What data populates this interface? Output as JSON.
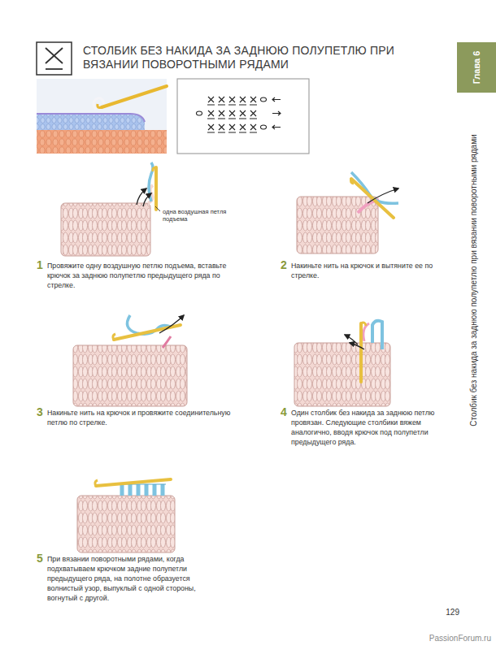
{
  "diagram": {
    "title": "СТОЛБИК БЕЗ НАКИДА ЗА ЗАДНЮЮ ПОЛУПЕТЛЮ ПРИ ВЯЗАНИИ ПОВОРОТНЫМИ РЯДАМИ",
    "nodes": [
      {
        "text": [
          "Глава 6"
        ]
      }
    ],
    "labels": [
      "1",
      "Провяжите одну воздушную петлю подъема, вставьте крючок за заднюю полупетлю предыдущего ряда по стрелке.",
      "одна воздушная петля подъема",
      "2",
      "Накиньте нить на крючок и вытяните ее по стрелке.",
      "3",
      "Накиньте нить на крючок и провяжите соединительную петлю по стрелке.",
      "4",
      "Один столбик без накида за заднюю петлю провязан. Следующие столбики вяжем аналогично, вводя крючок под полупетли предыдущего ряда.",
      "5",
      "При вязании поворотными рядами, когда подхватываем крючком задние полупетли предыдущего ряда, на полотне образуется волнистый узор, выпуклый с одной стороны, вогнутый с другой.",
      "Столбик без накида за заднюю полупетлю при вязании поворотными рядами",
      "129",
      "PassionForum.ru"
    ]
  }
}
